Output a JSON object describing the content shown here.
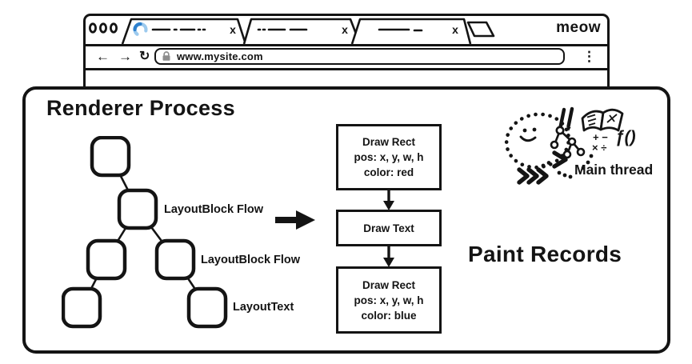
{
  "window": {
    "brand": "meow",
    "tabs": [
      {
        "close": "x",
        "state": "loading"
      },
      {
        "close": "x",
        "state": "idle"
      },
      {
        "close": "x",
        "state": "idle"
      }
    ],
    "nav": {
      "back": "←",
      "forward": "→",
      "reload": "↻",
      "menu": "⋮"
    },
    "address": {
      "url": "www.mysite.com"
    }
  },
  "renderer": {
    "title": "Renderer Process",
    "tree": {
      "labels": [
        "LayoutBlock Flow",
        "LayoutBlock Flow",
        "LayoutText"
      ]
    },
    "paint": {
      "heading": "Paint Records",
      "boxes": [
        {
          "lines": [
            "Draw Rect",
            "pos: x, y, w, h",
            "color: red"
          ]
        },
        {
          "lines": [
            "Draw Text",
            "",
            ""
          ]
        },
        {
          "lines": [
            "Draw Rect",
            "pos: x, y, w, h",
            "color: blue"
          ]
        }
      ]
    },
    "mascot": {
      "label": "Main thread",
      "math_row1": "+ −",
      "math_row2": "× ÷",
      "func": "ƒ()"
    }
  },
  "colors": {
    "ink": "#141414",
    "spinner_light": "#9ccaee",
    "spinner_dark": "#2e80cd",
    "lock_gray": "#8d8d8d"
  }
}
